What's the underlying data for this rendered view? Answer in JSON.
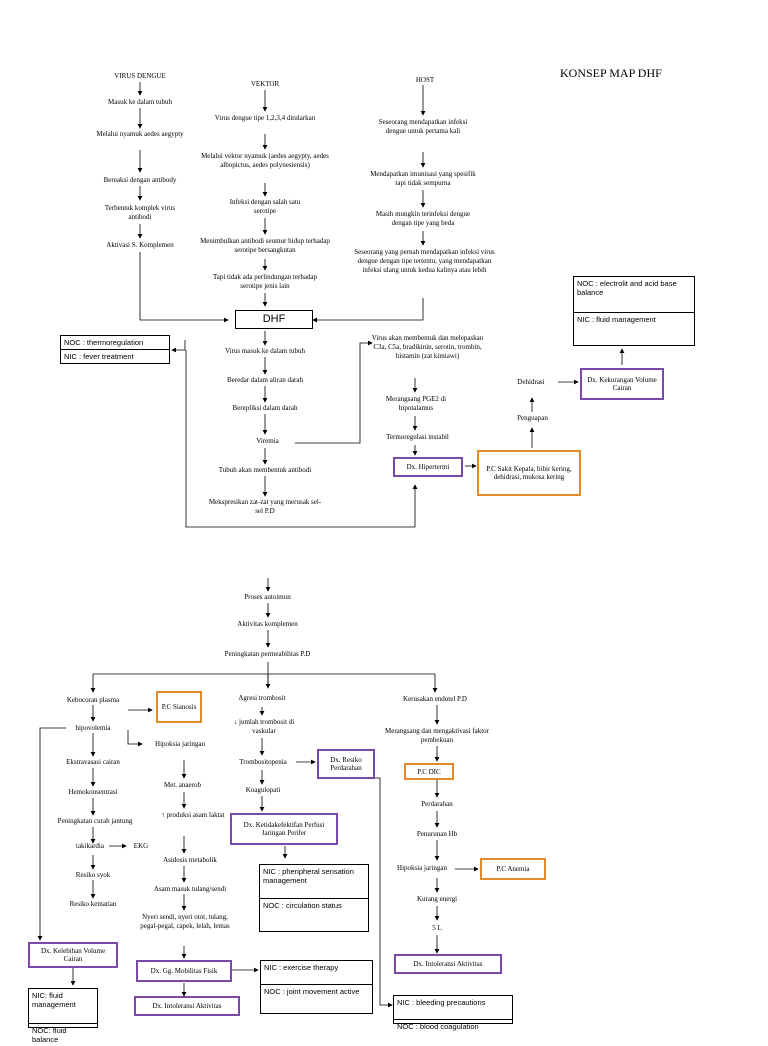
{
  "title": "KONSEP MAP DHF",
  "roots": {
    "virus": "VIRUS DENGUE",
    "vektor": "VEKTOR",
    "host": "HOST"
  },
  "virus_chain": [
    "Masuk ke dalam tubuh",
    "Melalui nyamuk aedes aegypty",
    "Bereaksi dengan antibody",
    "Terbentuk komplek virus antibodi",
    "Aktivasi S. Komplemen"
  ],
  "vektor_chain": [
    "Virus dengue tipe 1,2,3,4 ditularkan",
    "Melalui vektor nyamuk (aedes aegypty, aedes albopictus, aedes polynesiensis)",
    "Infeksi dengan salah satu serotipe",
    "Menimbulkan antibodi seumur hidup terhadap serotipe bersangkutan",
    "Tapi tidak ada perlindungan terhadap serotipe jenis lain"
  ],
  "host_chain": [
    "Seseorang mendapatkan infeksi dengue untuk pertama kali",
    "Mendapatkan imunisasi yang spesifik tapi tidak sempurna",
    "Masih mungkin terinfeksi dengue dengan tipe yang beda",
    "Seseorang yang pernah mendapatkan infeksi virus dengue dengan tipe tertentu, yang mendapatkan infeksi ulang untuk kedua kalinya atau lebih"
  ],
  "dhf": "DHF",
  "dhf_chain": [
    "Virus masuk ke dalam tubuh",
    "Beredar dalam aliran darah",
    "Berepliksi dalam darah",
    "Viremia",
    "Tubuh akan membentuk antibodi",
    "Mekspresikan zat-zat yang merusak sel-sel P.D"
  ],
  "noc_thermo": {
    "noc": "NOC : thermoregulation",
    "nic": "NIC : fever treatment"
  },
  "fever_chain": [
    "Virus akan membentuk dan melepaskan C3a, C5a, bradikinin, serotin, trombin, histamin (zat kimiawi)",
    "Merangsang PGE2 di hipotalamus",
    "Termoregulasi instabil"
  ],
  "dx_hipertermi": "Dx. Hipertermi",
  "pc_sakit": "P.C Sakit Kepala, bibir kering, dehidrasi, mukosa kering",
  "penguapan": "Penguapan",
  "dehidrasi": "Dehidrasi",
  "dx_volume_kurang": "Dx. Kekurangan Volume Cairan",
  "noc_fluid": {
    "noc": "NOC : electrolit and acid base balance",
    "nic": "NIC : fluid management"
  },
  "lower_chain": [
    "Proses autoimun",
    "Aktivitas komplemen",
    "Peningkatan permeabilitas P.D"
  ],
  "left_branch": [
    "Kebocoran plasma",
    "hipovolemia",
    "Ekstravasasi cairan",
    "Hemokonsentrasi",
    "Peningkatan curah jantung",
    "takikardia",
    "Resiko syok",
    "Resiko kematian"
  ],
  "ekg": "EKG",
  "pc_sianosis": "P.C Sianosis",
  "hipoksia_chain": [
    "Hipoksia jaringan",
    "Met. anaerob",
    "↑ produksi asam laktat",
    "Asidosis metabolik",
    "Asam masuk tulang/sendi",
    "Nyeri sendi, nyeri otot, tulang, pegal-pegal, capek, lelah, lemas"
  ],
  "dx_volume_lebih": "Dx. Kelebihan Volume Cairan",
  "nic_fluid_bottom": {
    "nic": "NIC: fluid management",
    "noc": "NOC: fluid balance"
  },
  "dx_mobilitas": "Dx. Gg. Mobilitas Fisik",
  "noc_exercise": {
    "nic": "NIC : exercise therapy",
    "noc": "NOC : joint movement active"
  },
  "dx_intoleransi_1": "Dx. Intoleransi Aktivitas",
  "middle_branch": [
    "Agresi trombosit",
    "↓ jumlah trombosit di vaskular",
    "Trombositopenia",
    "Koagulopati"
  ],
  "dx_perdarahan": "Dx. Resiko Perdarahan",
  "dx_perfusi": "Dx. Ketidakefektifan Perfusi Jaringan Perifer",
  "nic_perfusion": {
    "nic": "NIC : pheripheral sensation management",
    "noc": "NOC : circulation status"
  },
  "right_branch": [
    "Kerusakan endotel P.D",
    "Merangsang dan mengaktivasi faktor pembekuan"
  ],
  "pc_dic": "P.C DIC",
  "right_chain": [
    "Perdarahan",
    "Penurunan Hb",
    "Hipoksia jaringan",
    "Kurang energi",
    "5 L"
  ],
  "pc_anemia": "P.C Anemia",
  "dx_intoleransi_2": "Dx. Intoleransi Aktivitas",
  "nic_bleeding": {
    "nic": "NIC : bleeding precautions",
    "noc": "NOC : blood coagulation"
  }
}
